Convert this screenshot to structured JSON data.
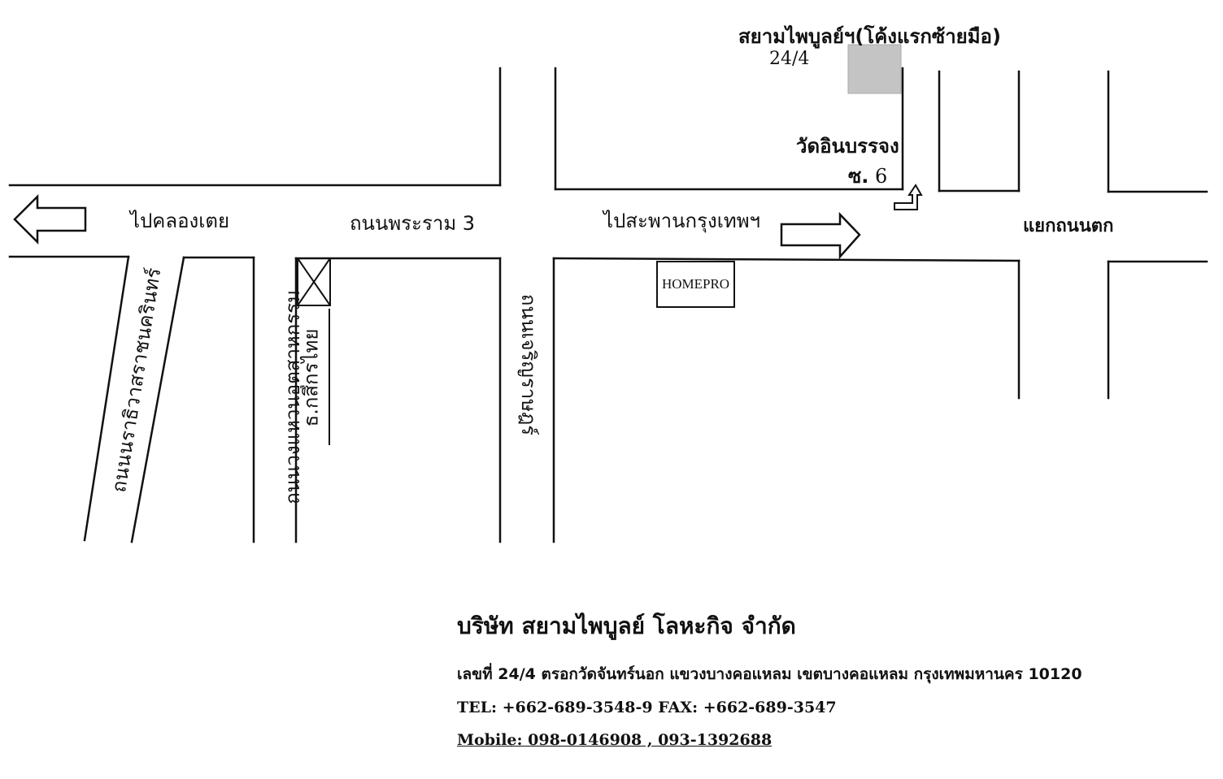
{
  "map": {
    "destination_label": "สยามไพบูลย์ฯ(โค้งแรกซ้ายมือ)",
    "destination_number": "24/4",
    "temple_label": "วัดอินบรรจง",
    "soi_prefix": "ซ.",
    "soi_number": "6",
    "west_direction": "ไปคลองเตย",
    "main_road": "ถนนพระราม 3",
    "east_direction": "ไปสะพานกรุงเทพฯ",
    "east_junction": "แยกถนนตก",
    "road_ratchawong": "ถนนนราธิวาสราชนครินทร์",
    "road_wongwaen": "ถนนวงแหวนอุตสาหกรรม",
    "bank_label": "ธ.กสิกรไทย",
    "road_charoenrat": "ถนนเจริญราษฎร์",
    "store_label": "HOMEPRO"
  },
  "footer": {
    "company_name": "บริษัท สยามไพบูลย์ โลหะกิจ จำกัด",
    "address": "เลขที่ 24/4 ตรอกวัดจันทร์นอก แขวงบางคอแหลม เขตบางคอแหลม กรุงเทพมหานคร  10120",
    "tel_fax": "TEL: +662-689-3548-9  FAX: +662-689-3547",
    "mobile": "Mobile: 098-0146908 , 093-1392688"
  }
}
